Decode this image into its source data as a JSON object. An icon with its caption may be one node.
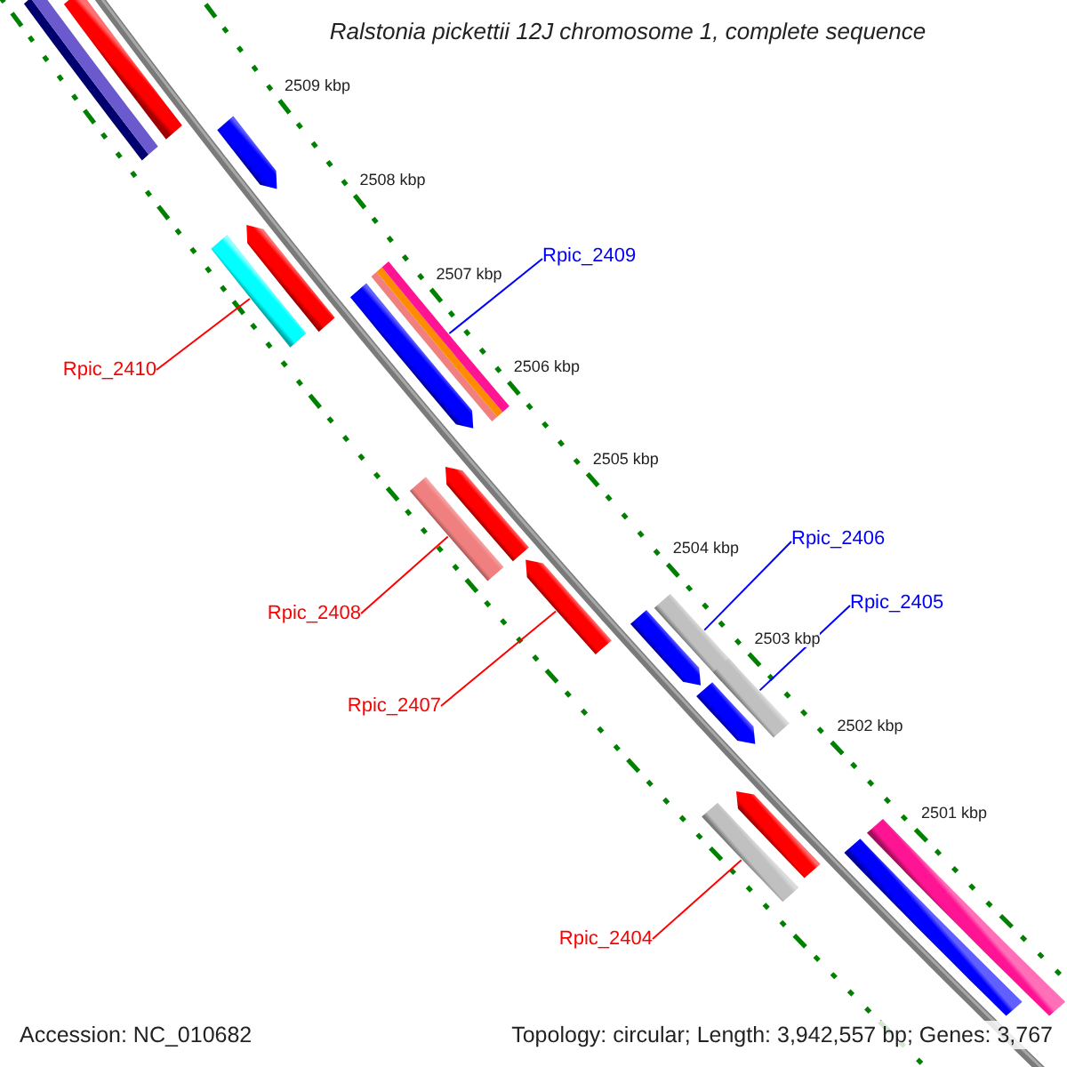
{
  "diagram": {
    "title": "Ralstonia pickettii 12J chromosome 1, complete sequence",
    "nodes": [
      {
        "text": [],
        "shape": "box"
      },
      {
        "text": [],
        "shape": "bar"
      },
      {
        "text": [],
        "shape": "box"
      },
      {
        "text": [],
        "shape": "box"
      },
      {
        "text": [],
        "shape": "bar"
      },
      {
        "text": [],
        "shape": "box"
      },
      {
        "text": [],
        "shape": "bar"
      },
      {
        "text": [],
        "shape": "box"
      },
      {
        "text": [],
        "shape": "bar"
      },
      {
        "text": [],
        "shape": "box"
      },
      {
        "text": [],
        "shape": "box"
      },
      {
        "text": [],
        "shape": "bar"
      },
      {
        "text": [],
        "shape": "box"
      },
      {
        "text": [],
        "shape": "bar"
      },
      {
        "text": [],
        "shape": "box"
      },
      {
        "text": [],
        "shape": "bar"
      },
      {
        "text": [],
        "shape": "box"
      },
      {
        "text": [],
        "shape": "bar"
      },
      {
        "text": [
          "Rpic_2409"
        ]
      },
      {
        "text": [
          "Rpic_2410"
        ]
      },
      {
        "text": [
          "Rpic_2406"
        ]
      },
      {
        "text": [
          "Rpic_2405"
        ]
      },
      {
        "text": [
          "Rpic_2408"
        ]
      },
      {
        "text": [
          "Rpic_2407"
        ]
      },
      {
        "text": [
          "Rpic_2404"
        ]
      }
    ],
    "edges": [
      {
        "from": 18,
        "to": 6,
        "arrow": "none",
        "color": "#0000ff"
      },
      {
        "from": 19,
        "to": 4,
        "arrow": "none"
      },
      {
        "from": 20,
        "to": 11,
        "arrow": "none",
        "color": "#0000ff"
      },
      {
        "from": 21,
        "to": 13,
        "arrow": "none",
        "color": "#0000ff"
      },
      {
        "from": 22,
        "to": 8,
        "arrow": "none"
      },
      {
        "from": 23,
        "to": 9,
        "arrow": "none"
      },
      {
        "from": 24,
        "to": 15,
        "arrow": "none"
      }
    ],
    "labels": [
      "2509 kbp",
      "2508 kbp",
      "2507 kbp",
      "2506 kbp",
      "2505 kbp",
      "2504 kbp",
      "2503 kbp",
      "2502 kbp",
      "2501 kbp",
      "Accession: NC_010682",
      "Topology: circular; Length: 3,942,557 bp; Genes: 3,767"
    ]
  }
}
